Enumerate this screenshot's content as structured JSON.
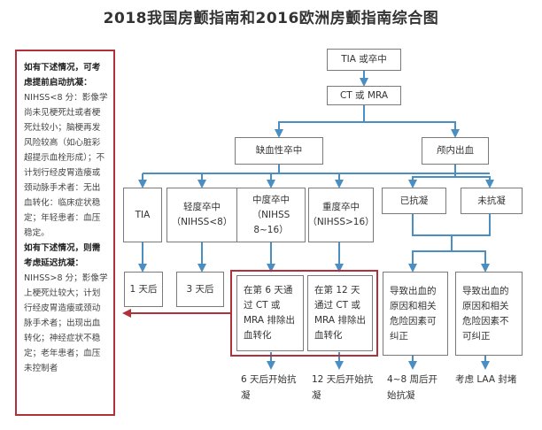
{
  "title": "2018我国房颤指南和2016欧洲房颤指南综合图",
  "sidebar": {
    "heading_early": "如有下述情况，可考虑提前启动抗凝：",
    "text_early": "NIHSS<8 分：影像学尚未见梗死灶或者梗死灶较小；脑梗再发风险较高（如心脏彩超提示血栓形成）；不计划行经皮胃造瘘或颈动脉手术者：无出血转化：临床症状稳定；年轻患者：血压稳定。",
    "heading_late": "如有下述情况，则需考虑延迟抗凝：",
    "text_late": "NIHSS>8 分；影像学上梗死灶较大；计划行经皮胃造瘘或颈动脉手术者；出现出血转化；神经症状不稳定；老年患者；血压未控制者"
  },
  "nodes": {
    "tia_stroke": "TIA 或卒中",
    "ct_mra": "CT 或 MRA",
    "ischemic": "缺血性卒中",
    "hemorrhage": "颅内出血",
    "tia": "TIA",
    "mild": "轻度卒中（NIHSS<8）",
    "moderate": "中度卒中（NIHSS 8~16）",
    "severe": "重度卒中（NIHSS>16）",
    "anticoag": "已抗凝",
    "no_anticoag": "未抗凝",
    "day1": "1 天后",
    "day3": "3 天后",
    "moderate_check": "在第 6 天通过 CT 或 MRA 排除出血转化",
    "severe_check": "在第 12 天通过 CT 或 MRA 排除出血转化",
    "correctable": "导致出血的原因和相关危险因素可纠正",
    "uncorrectable": "导致出血的原因和相关危险因素不可纠正",
    "day6_start": "6 天后开始抗凝",
    "day12_start": "12 天后开始抗凝",
    "weeks_start": "4~8 周后开始抗凝",
    "laa": "考虑 LAA 封堵"
  },
  "colors": {
    "arrow": "#4a8ec2",
    "frame": "#b0313b",
    "box_border": "#7a7a7a"
  }
}
